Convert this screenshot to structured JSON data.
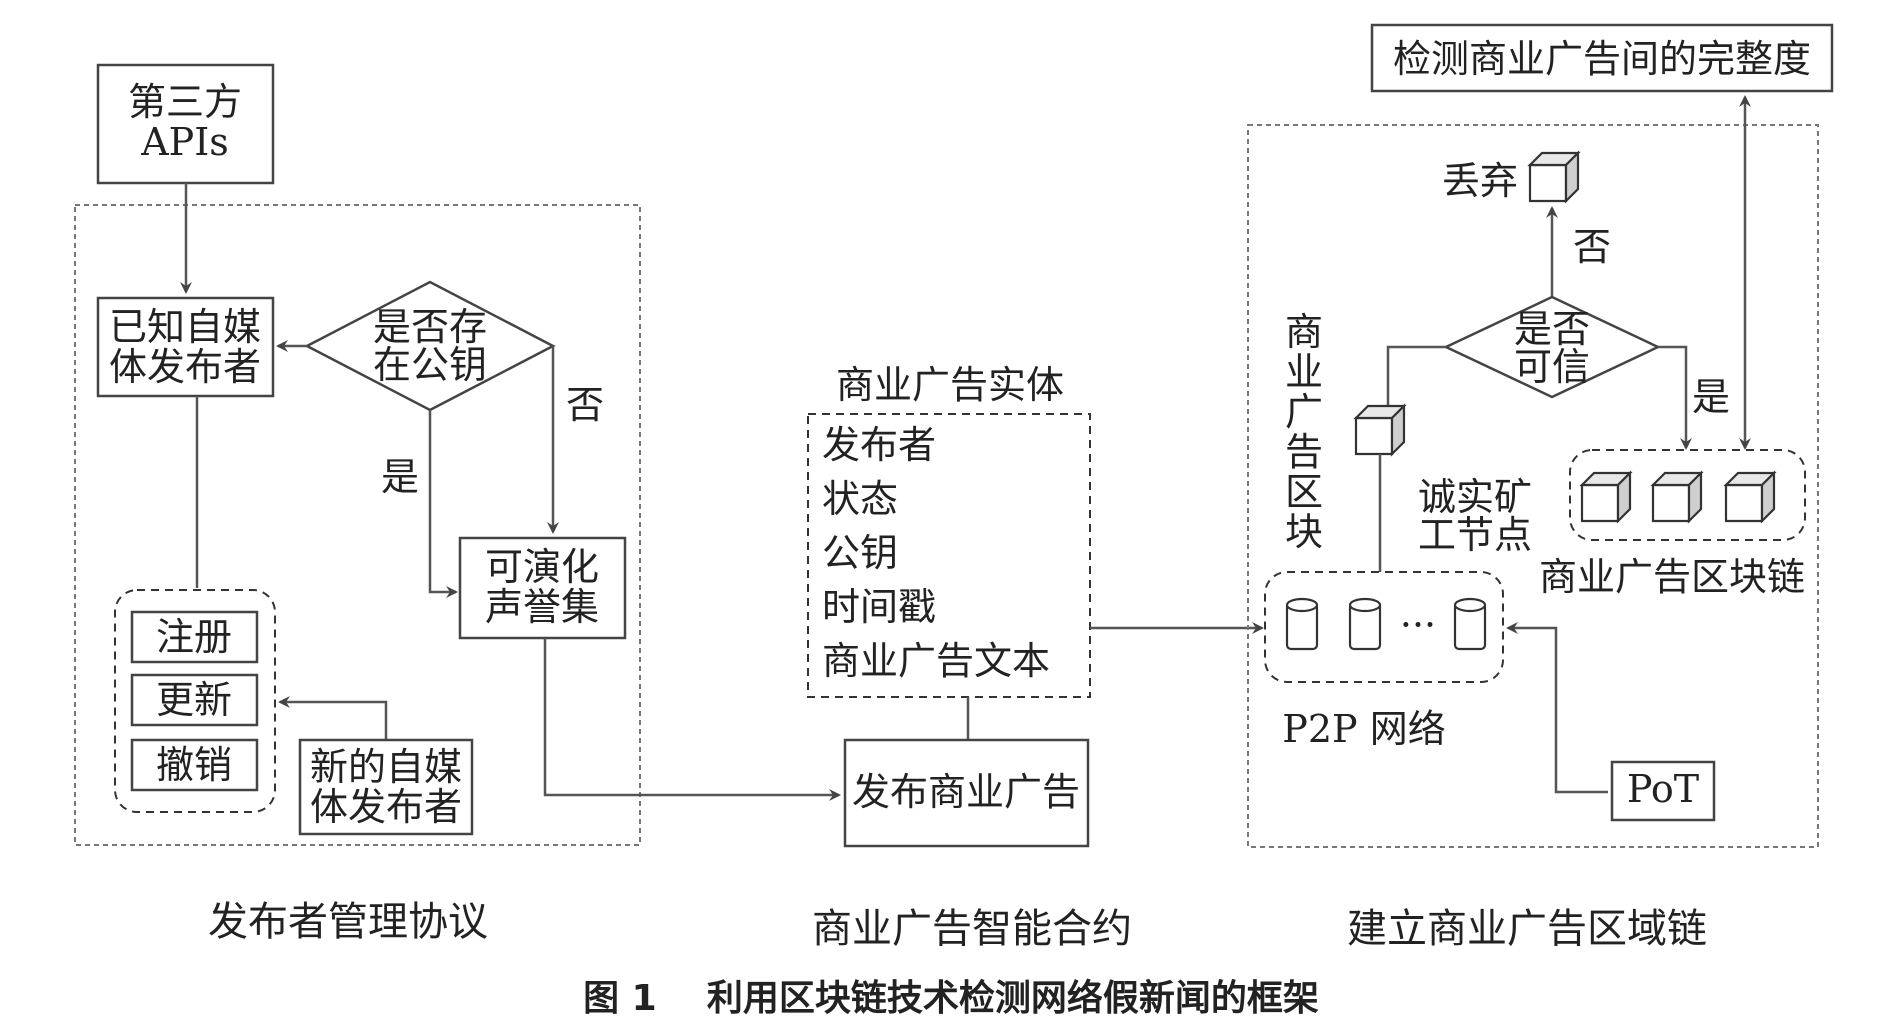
{
  "publisher_protocol": {
    "third_party": [
      "第三方",
      "APIs"
    ],
    "known_publisher": [
      "已知自媒",
      "体发布者"
    ],
    "decision": [
      "是否存",
      "在公钥"
    ],
    "yes": "是",
    "no": "否",
    "reputation_set": [
      "可演化",
      "声誉集"
    ],
    "actions": [
      "注册",
      "更新",
      "撤销"
    ],
    "new_publisher": [
      "新的自媒",
      "体发布者"
    ],
    "section_label": "发布者管理协议"
  },
  "smart_contract": {
    "entity_title": "商业广告实体",
    "entity_fields": [
      "发布者",
      "状态",
      "公钥",
      "时间戳",
      "商业广告文本"
    ],
    "publish": "发布商业广告",
    "section_label": "商业广告智能合约"
  },
  "blockchain": {
    "integrity": "检测商业广告间的完整度",
    "discard": "丢弃",
    "no": "否",
    "yes": "是",
    "decision": [
      "是否",
      "可信"
    ],
    "ad_block_vertical": [
      "商",
      "业",
      "广",
      "告",
      "区",
      "块"
    ],
    "miner": [
      "诚实矿",
      "工节点"
    ],
    "chain_label": "商业广告区块链",
    "ellipsis": "···",
    "p2p": "P2P 网络",
    "pot": "PoT",
    "section_label": "建立商业广告区域链"
  },
  "caption": "图 1    利用区块链技术检测网络假新闻的框架"
}
